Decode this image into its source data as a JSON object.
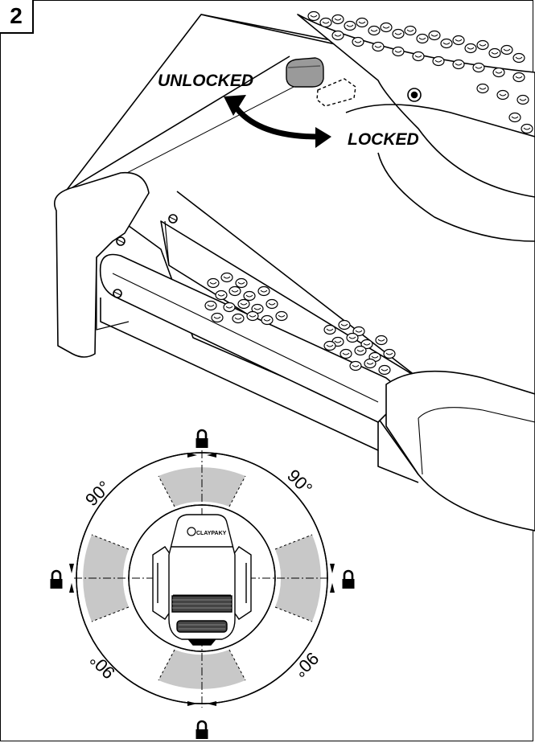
{
  "figure": {
    "step_number": "2",
    "labels": {
      "unlocked": "UNLOCKED",
      "locked": "LOCKED"
    },
    "logo_text": "CLAYPAKY",
    "rotation_diagram": {
      "angle_labels": [
        "90°",
        "90°",
        "90°",
        "90°"
      ],
      "lock_positions": [
        "top",
        "left",
        "right",
        "bottom"
      ]
    },
    "icons": [
      "padlock-icon",
      "curved-double-arrow-icon"
    ],
    "colors": {
      "line": "#000000",
      "sector_fill": "#c8c8c8",
      "background": "#ffffff"
    }
  }
}
